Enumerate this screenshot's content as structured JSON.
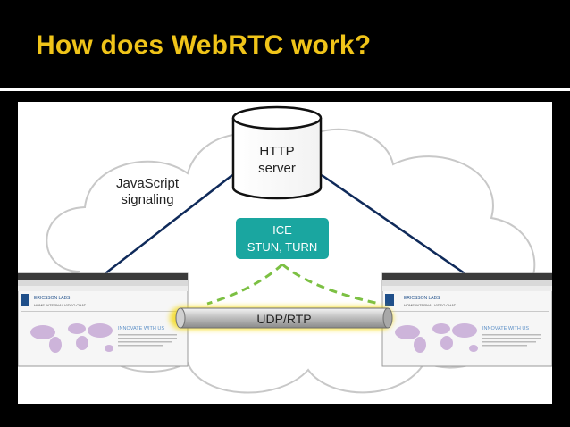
{
  "slide": {
    "title": "How does WebRTC work?"
  },
  "diagram": {
    "server_label_line1": "HTTP",
    "server_label_line2": "server",
    "signaling_label_line1": "JavaScript",
    "signaling_label_line2": "signaling",
    "ice_label_line1": "ICE",
    "ice_label_line2": "STUN, TURN",
    "pipe_label": "UDP/RTP",
    "browser_left": {
      "brand": "ERICSSON LABS",
      "nav": "HOME   INTERNAL   VIDEO CHAT",
      "headline": "INNOVATE WITH US"
    },
    "browser_right": {
      "brand": "ERICSSON LABS",
      "nav": "HOME   INTERNAL   VIDEO CHAT",
      "headline": "INNOVATE WITH US"
    }
  },
  "colors": {
    "title": "#f0c419",
    "ice_box": "#1aa6a0",
    "dashed": "#7cc043",
    "pipe_glow": "#f5d800",
    "cloud_stroke": "#c8c8c8",
    "line": "#0f2a5a"
  }
}
